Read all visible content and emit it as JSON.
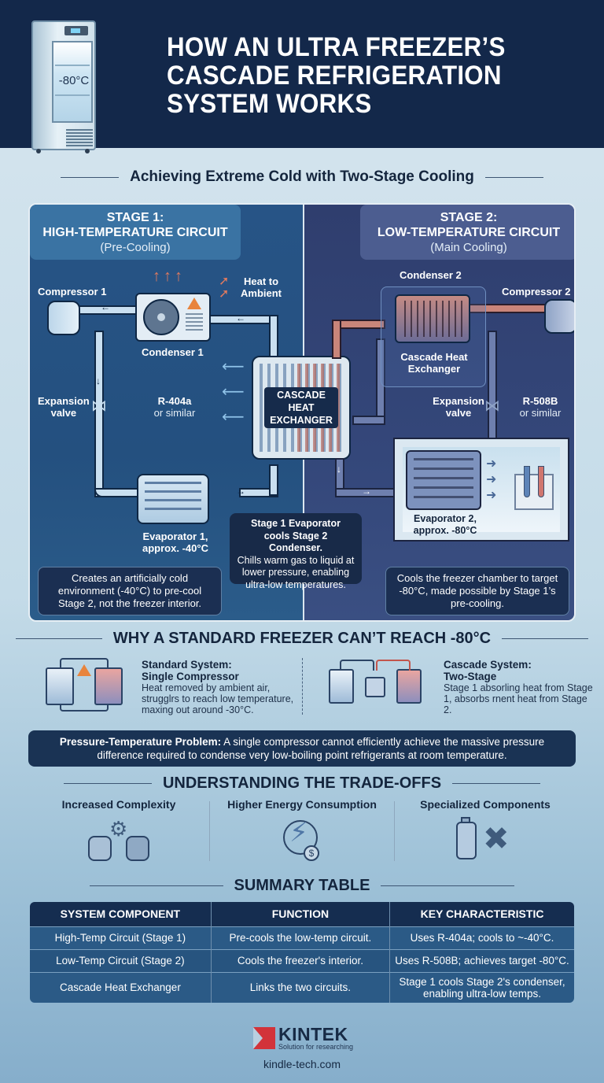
{
  "header": {
    "title_lines": [
      "HOW AN ULTRA FREEZER’S",
      "CASCADE REFRIGERATION",
      "SYSTEM WORKS"
    ],
    "freezer_display": "-80°C",
    "colors": {
      "header_bg": "#13284a",
      "accent_red": "#d2333a"
    }
  },
  "subtitle": "Achieving Extreme Cold with Two-Stage Cooling",
  "diagram": {
    "stage1": {
      "title": "STAGE 1:",
      "name": "HIGH-TEMPERATURE CIRCUIT",
      "subtitle": "(Pre-Cooling)",
      "compressor": "Compressor 1",
      "condenser": "Condenser 1",
      "heat_label": [
        "Heat to",
        "Ambient"
      ],
      "expansion": [
        "Expansion",
        "valve"
      ],
      "refrigerant": "R-404a",
      "refrigerant_sub": "or similar",
      "evaporator": [
        "Evaporator 1,",
        "approx. -40°C"
      ],
      "note": "Creates an artificially cold environment (-40°C) to pre-cool Stage 2, not the freezer interior."
    },
    "stage2": {
      "title": "STAGE 2:",
      "name": "LOW-TEMPERATURE CIRCUIT",
      "subtitle": "(Main Cooling)",
      "condenser": "Condenser 2",
      "compressor": "Compressor 2",
      "cascade_label": [
        "Cascade Heat",
        "Exchanger"
      ],
      "expansion": [
        "Expansion",
        "valve"
      ],
      "refrigerant": "R-508B",
      "refrigerant_sub": "or similar",
      "evaporator": [
        "Evaporator 2,",
        "approx. -80°C"
      ],
      "note": "Cools the freezer chamber to target -80°C, made possible by Stage 1’s pre-cooling."
    },
    "cascade_hx": [
      "CASCADE",
      "HEAT",
      "EXCHANGER"
    ],
    "center_note": {
      "bold": [
        "Stage 1 Evaporator",
        "cools Stage 2 Condenser."
      ],
      "text": "Chills warm gas to liquid at lower pressure, enabling ultra-low temperatures."
    }
  },
  "why": {
    "heading": "WHY A STANDARD FREEZER CAN’T REACH -80°C",
    "standard": {
      "title": [
        "Standard System:",
        "Single Compressor"
      ],
      "desc": "Heat removed by ambient air, strugglrs to reach low temperature, maxing out around -30°C."
    },
    "cascade": {
      "title": [
        "Cascade System:",
        "Two-Stage"
      ],
      "desc": "Stage 1 absorling heat from Stage 1, absorbs rnent heat from Stage 2."
    },
    "problem_label": "Pressure-Temperature Problem:",
    "problem_text": " A single compressor cannot efficiently achieve the massive pressure difference required to condense very low-boiling point refrigerants at room temperature."
  },
  "tradeoffs": {
    "heading": "UNDERSTANDING THE TRADE-OFFS",
    "items": [
      {
        "label": "Increased Complexity",
        "icon": "compressors-gear-icon"
      },
      {
        "label": "Higher Energy Consumption",
        "icon": "lightning-dollar-icon"
      },
      {
        "label": "Specialized Components",
        "icon": "bottle-tools-icon"
      }
    ]
  },
  "summary": {
    "heading": "SUMMARY TABLE",
    "columns": [
      "SYSTEM COMPONENT",
      "FUNCTION",
      "KEY CHARACTERISTIC"
    ],
    "rows": [
      [
        "High-Temp Circuit (Stage 1)",
        "Pre-cools the low-temp circuit.",
        "Uses R-404a; cools to ~-40°C."
      ],
      [
        "Low-Temp Circuit (Stage 2)",
        "Cools the freezer's interior.",
        "Uses R-508B; achieves target -80°C."
      ],
      [
        "Cascade Heat Exchanger",
        "Links the two circuits.",
        "Stage 1 cools Stage 2's condenser, enabling ultra-low temps."
      ]
    ]
  },
  "footer": {
    "brand": "KINTEK",
    "tagline": "Solution for researching",
    "website": "kindle-tech.com"
  }
}
